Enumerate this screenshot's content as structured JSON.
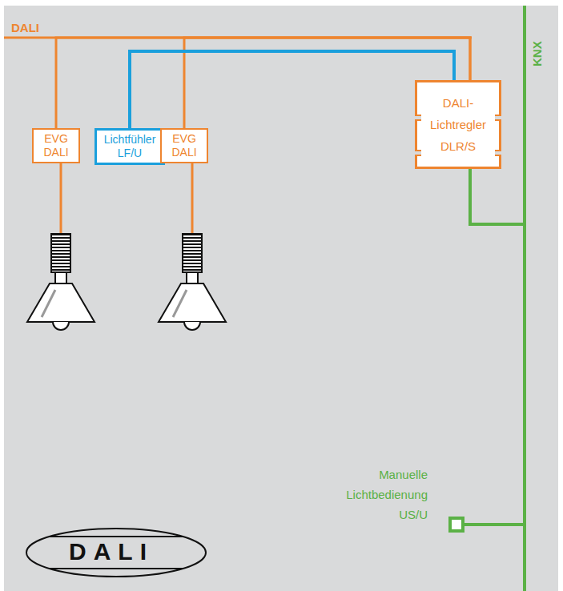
{
  "diagram": {
    "nodes": [
      {
        "text": [
          "EVG DALI"
        ]
      },
      {
        "text": [
          "Lichtfühler LF/U"
        ]
      },
      {
        "text": [
          "EVG DALI"
        ]
      },
      {
        "text": [
          "DALI- Lichtregler DLR/S"
        ]
      },
      {
        "text": [
          "Manuelle Lichtbedienung US/U"
        ]
      }
    ],
    "edges": [
      {
        "from": 3,
        "to": 0,
        "arrow": "none"
      },
      {
        "from": 3,
        "to": 2,
        "arrow": "none"
      },
      {
        "from": 1,
        "to": 3,
        "arrow": "none"
      },
      {
        "from": 3,
        "to": 4,
        "arrow": "none"
      }
    ],
    "labels": [
      "DALI",
      "KNX",
      "DALI"
    ]
  }
}
